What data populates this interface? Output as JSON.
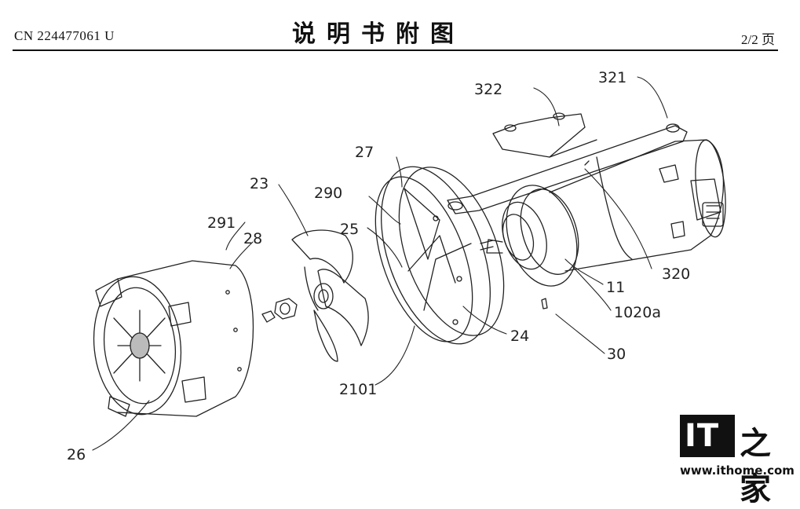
{
  "header": {
    "publication_number": "CN 224477061 U",
    "title": "说明书附图",
    "page": "2/2 页"
  },
  "labels": {
    "l321": "321",
    "l322": "322",
    "l27": "27",
    "l23": "23",
    "l290": "290",
    "l291": "291",
    "l28": "28",
    "l25": "25",
    "l320": "320",
    "l11": "11",
    "l1020a": "1020a",
    "l24": "24",
    "l30": "30",
    "l2101": "2101",
    "l26": "26"
  },
  "watermark": {
    "logo_main": "IT",
    "logo_side": "之家",
    "url": "www.ithome.com"
  }
}
